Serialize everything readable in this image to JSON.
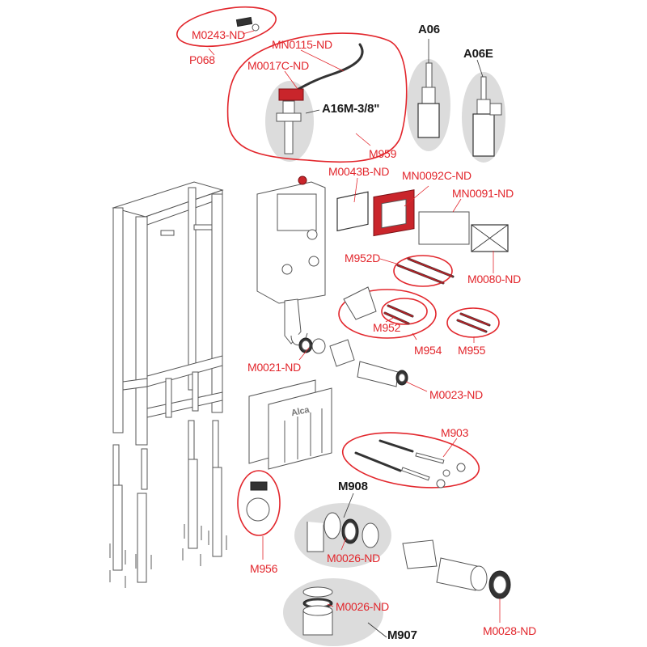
{
  "diagram": {
    "title": "Exploded parts diagram – concealed WC installation frame",
    "brand_mark": "Alca",
    "colors": {
      "label_accent": "#e2262c",
      "code_text": "#1a1a1a",
      "highlight_blob": "#dcdcdc",
      "outline": "#555555"
    },
    "labels": {
      "p068": "P068",
      "m0243": "M0243-ND",
      "mn0115": "MN0115-ND",
      "m0017c": "M0017C-ND",
      "a16m": "A16M-3/8\"",
      "m959": "M959",
      "a06": "A06",
      "a06e": "A06E",
      "m0043b": "M0043B-ND",
      "mn0092c": "MN0092C-ND",
      "mn0091": "MN0091-ND",
      "m952d": "M952D",
      "m0080": "M0080-ND",
      "m952": "M952",
      "m954": "M954",
      "m955": "M955",
      "m0021": "M0021-ND",
      "m0023": "M0023-ND",
      "m903": "M903",
      "m908": "M908",
      "m0026_a": "M0026-ND",
      "m956": "M956",
      "m0026_b": "M0026-ND",
      "m907": "M907",
      "m0028": "M0028-ND"
    }
  }
}
